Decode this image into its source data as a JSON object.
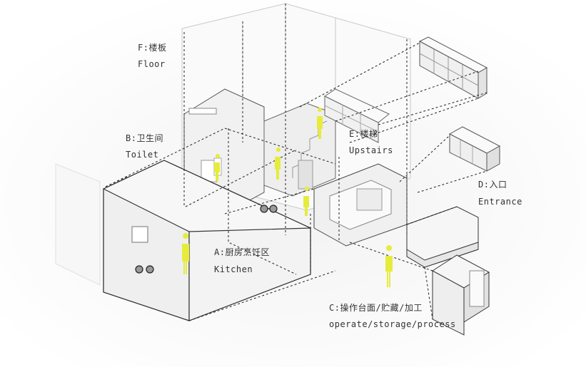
{
  "labels": {
    "floor": {
      "cn": "F:楼板",
      "en": "Floor"
    },
    "toilet": {
      "cn": "B:卫生间",
      "en": "Toilet"
    },
    "upstairs": {
      "cn": "E:楼梯",
      "en": "Upstairs"
    },
    "entrance": {
      "cn": "D:入口",
      "en": "Entrance"
    },
    "kitchen": {
      "cn": "A:厨房烹饪区",
      "en": "Kitchen"
    },
    "operate": {
      "cn": "C:操作台面/贮藏/加工",
      "en": "operate/storage/process"
    }
  },
  "colors": {
    "background": "#ffffff",
    "volume_fill": "#f4f4f4",
    "volume_stroke": "#222222",
    "dashed": "#222222",
    "figure": "#e6ec3c",
    "text": "#333333"
  }
}
